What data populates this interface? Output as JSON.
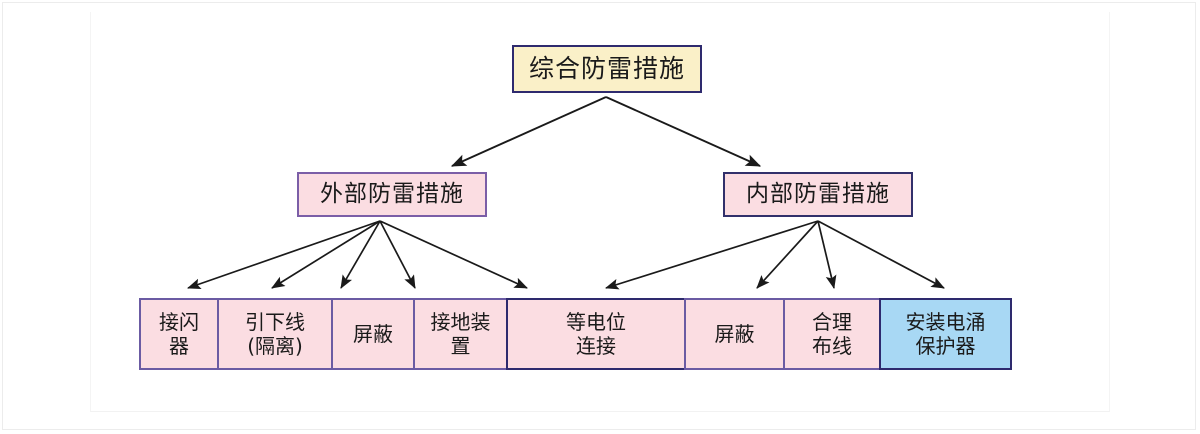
{
  "diagram": {
    "type": "tree-hierarchy",
    "watermark": "",
    "root": {
      "label": "综合防雷措施",
      "fill": "#faf0c8",
      "border": "#2e2a6e"
    },
    "branches": [
      {
        "label": "外部防雷措施",
        "fill": "#fbdde2",
        "border": "#7b5ea7"
      },
      {
        "label": "内部防雷措施",
        "fill": "#fbdde2",
        "border": "#32306b"
      }
    ],
    "leaves": [
      {
        "label": "接闪\n器",
        "parent": "外部防雷措施",
        "fill": "#fbdde2",
        "border": "#6b5ba3",
        "width": 80
      },
      {
        "label": "引下线\n(隔离)",
        "parent": "外部防雷措施",
        "fill": "#fbdde2",
        "border": "#6b5ba3",
        "width": 116
      },
      {
        "label": "屏蔽",
        "parent": "外部防雷措施",
        "fill": "#fbdde2",
        "border": "#6b5ba3",
        "width": 84
      },
      {
        "label": "接地装\n置",
        "parent": "外部防雷措施",
        "fill": "#fbdde2",
        "border": "#6b5ba3",
        "width": 95
      },
      {
        "label": "等电位\n连接",
        "parent": "外部防雷措施",
        "fill": "#fbdde2",
        "border": "#2e2a6e",
        "width": 180
      },
      {
        "label": "屏蔽",
        "parent": "内部防雷措施",
        "fill": "#fbdde2",
        "border": "#6b5ba3",
        "width": 101
      },
      {
        "label": "合理\n布线",
        "parent": "内部防雷措施",
        "fill": "#fbdde2",
        "border": "#6b5ba3",
        "width": 98
      },
      {
        "label": "安装电涌\n保护器",
        "parent": "内部防雷措施",
        "fill": "#a8d8f4",
        "border": "#2e2a6e",
        "width": 133
      }
    ]
  }
}
